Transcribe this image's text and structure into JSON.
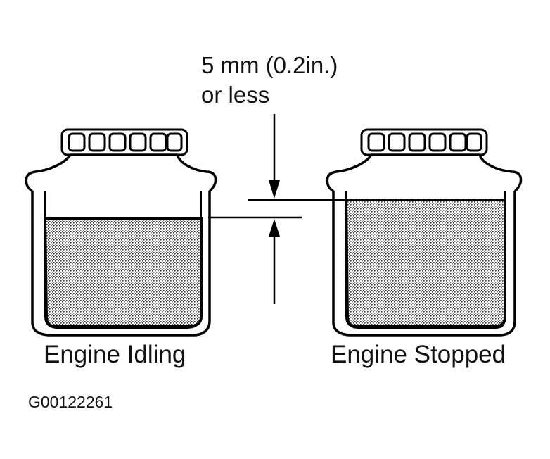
{
  "measurement": {
    "line1": "5 mm (0.2in.)",
    "line2": "or less"
  },
  "reservoirs": {
    "left_caption": "Engine Idling",
    "right_caption": "Engine Stopped"
  },
  "figure_id": "G00122261"
}
